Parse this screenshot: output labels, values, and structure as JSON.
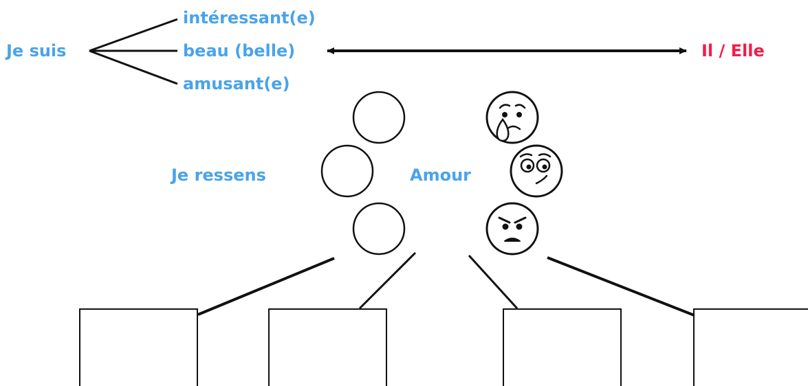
{
  "colors": {
    "label_blue": "#4aa3ea",
    "label_red": "#f01f49",
    "stroke": "#111111"
  },
  "top_row": {
    "subject": "Je suis",
    "adjectives": [
      "intéressant(e)",
      "beau (belle)",
      "amusant(e)"
    ],
    "pronoun": "Il / Elle"
  },
  "feelings": {
    "verb": "Je ressens",
    "noun": "Amour",
    "faces": [
      {
        "icon": "crying-face-icon"
      },
      {
        "icon": "confused-face-icon"
      },
      {
        "icon": "angry-face-icon"
      }
    ]
  },
  "answer_boxes": [
    {
      "icon": "answer-box"
    },
    {
      "icon": "answer-box"
    },
    {
      "icon": "answer-box"
    },
    {
      "icon": "answer-box"
    }
  ]
}
